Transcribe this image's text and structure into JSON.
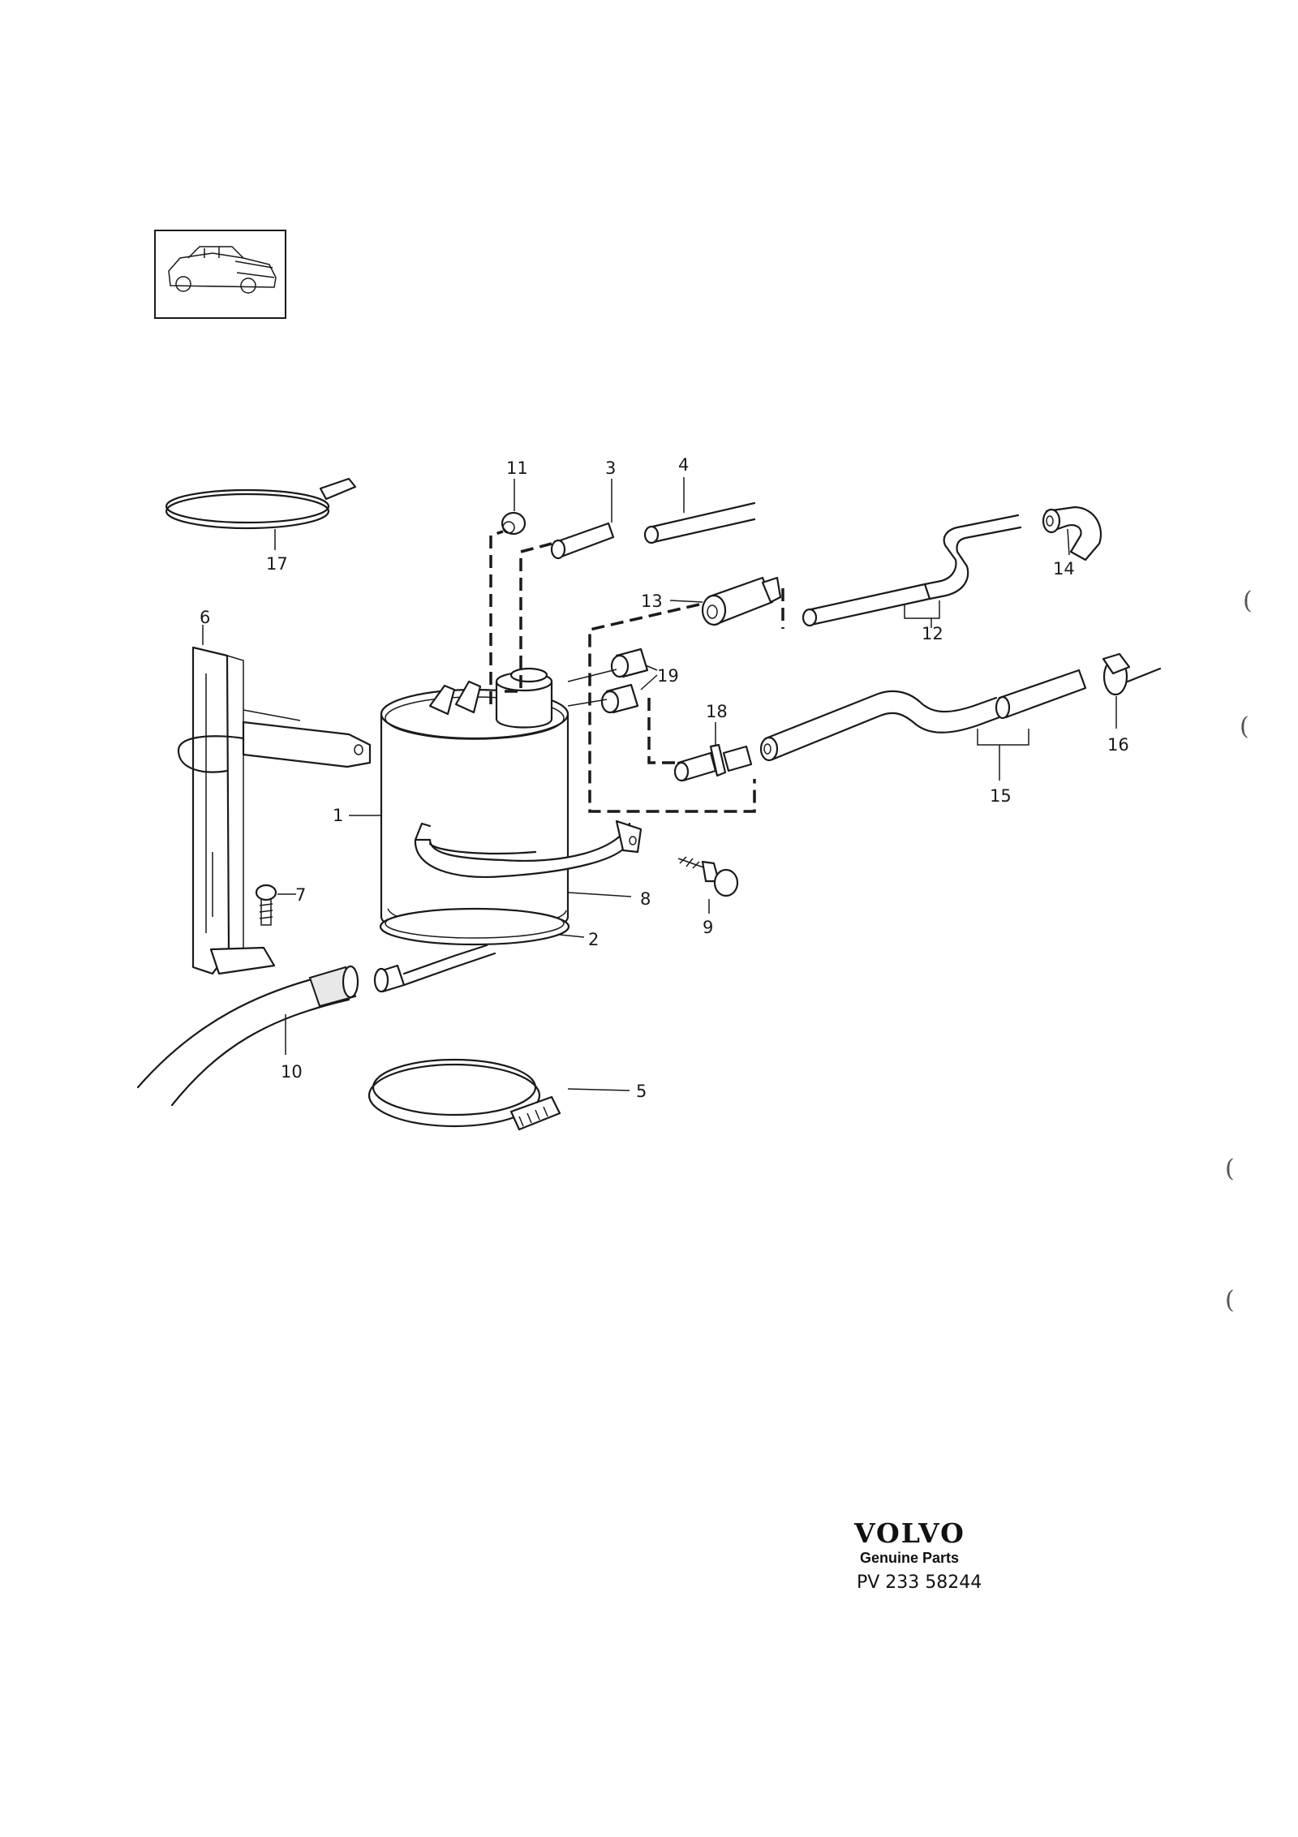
{
  "callouts": [
    "1",
    "2",
    "3",
    "4",
    "5",
    "6",
    "7",
    "8",
    "9",
    "10",
    "11",
    "12",
    "13",
    "14",
    "15",
    "16",
    "17",
    "18",
    "19"
  ],
  "footer": {
    "brand": "VOLVO",
    "subtitle": "Genuine Parts",
    "part_number": "PV 233 58244"
  },
  "margin_marks": [
    "(",
    "(",
    "(",
    "("
  ],
  "icons": {
    "thumbnail": "sedan-car-icon"
  }
}
